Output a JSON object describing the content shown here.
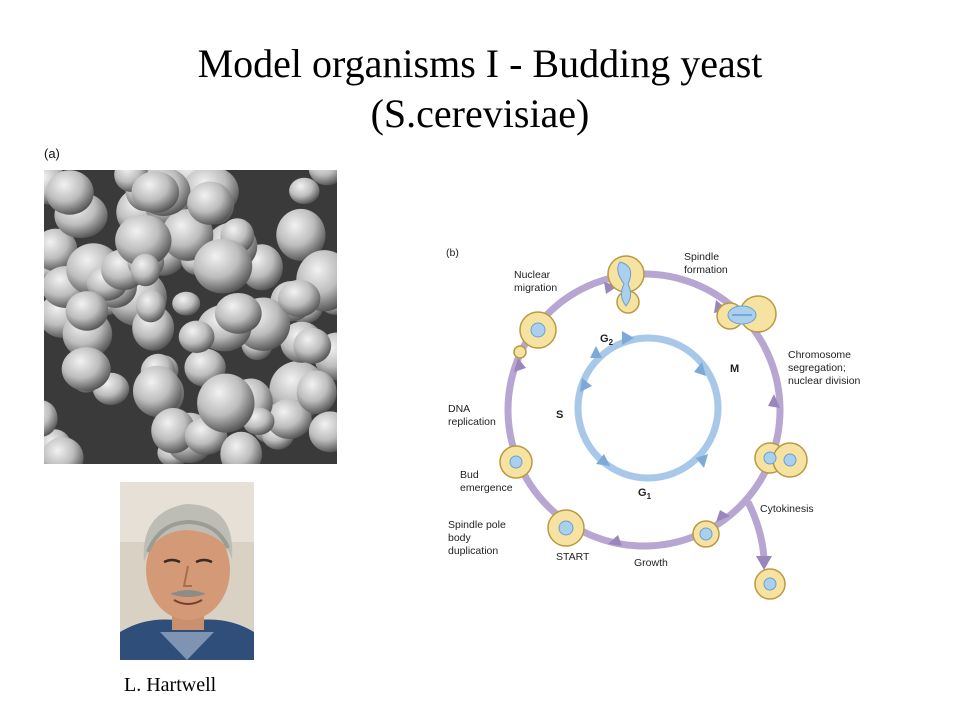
{
  "slide": {
    "title_line1": "Model organisms I - Budding yeast",
    "title_line2": "(S.cerevisiae)",
    "panel_a_label": "(a)",
    "panel_b_label": "(b)",
    "caption": "L. Hartwell"
  },
  "cycle": {
    "labels": {
      "nuclear_migration_1": "Nuclear",
      "nuclear_migration_2": "migration",
      "spindle_formation_1": "Spindle",
      "spindle_formation_2": "formation",
      "chromosome_1": "Chromosome",
      "chromosome_2": "segregation;",
      "chromosome_3": "nuclear division",
      "dna_1": "DNA",
      "dna_2": "replication",
      "bud_1": "Bud",
      "bud_2": "emergence",
      "cytokinesis": "Cytokinesis",
      "spb_1": "Spindle pole",
      "spb_2": "body",
      "spb_3": "duplication",
      "start": "START",
      "growth": "Growth"
    },
    "phases": {
      "g2": "G",
      "g2_sub": "2",
      "m": "M",
      "s": "S",
      "g1": "G",
      "g1_sub": "1"
    },
    "colors": {
      "outer_ring": "#b8a6d2",
      "inner_ring": "#a8c8ea",
      "cell_fill": "#f6e3a2",
      "cell_stroke": "#b89a40",
      "nucleus_fill": "#a9d0ef"
    }
  }
}
